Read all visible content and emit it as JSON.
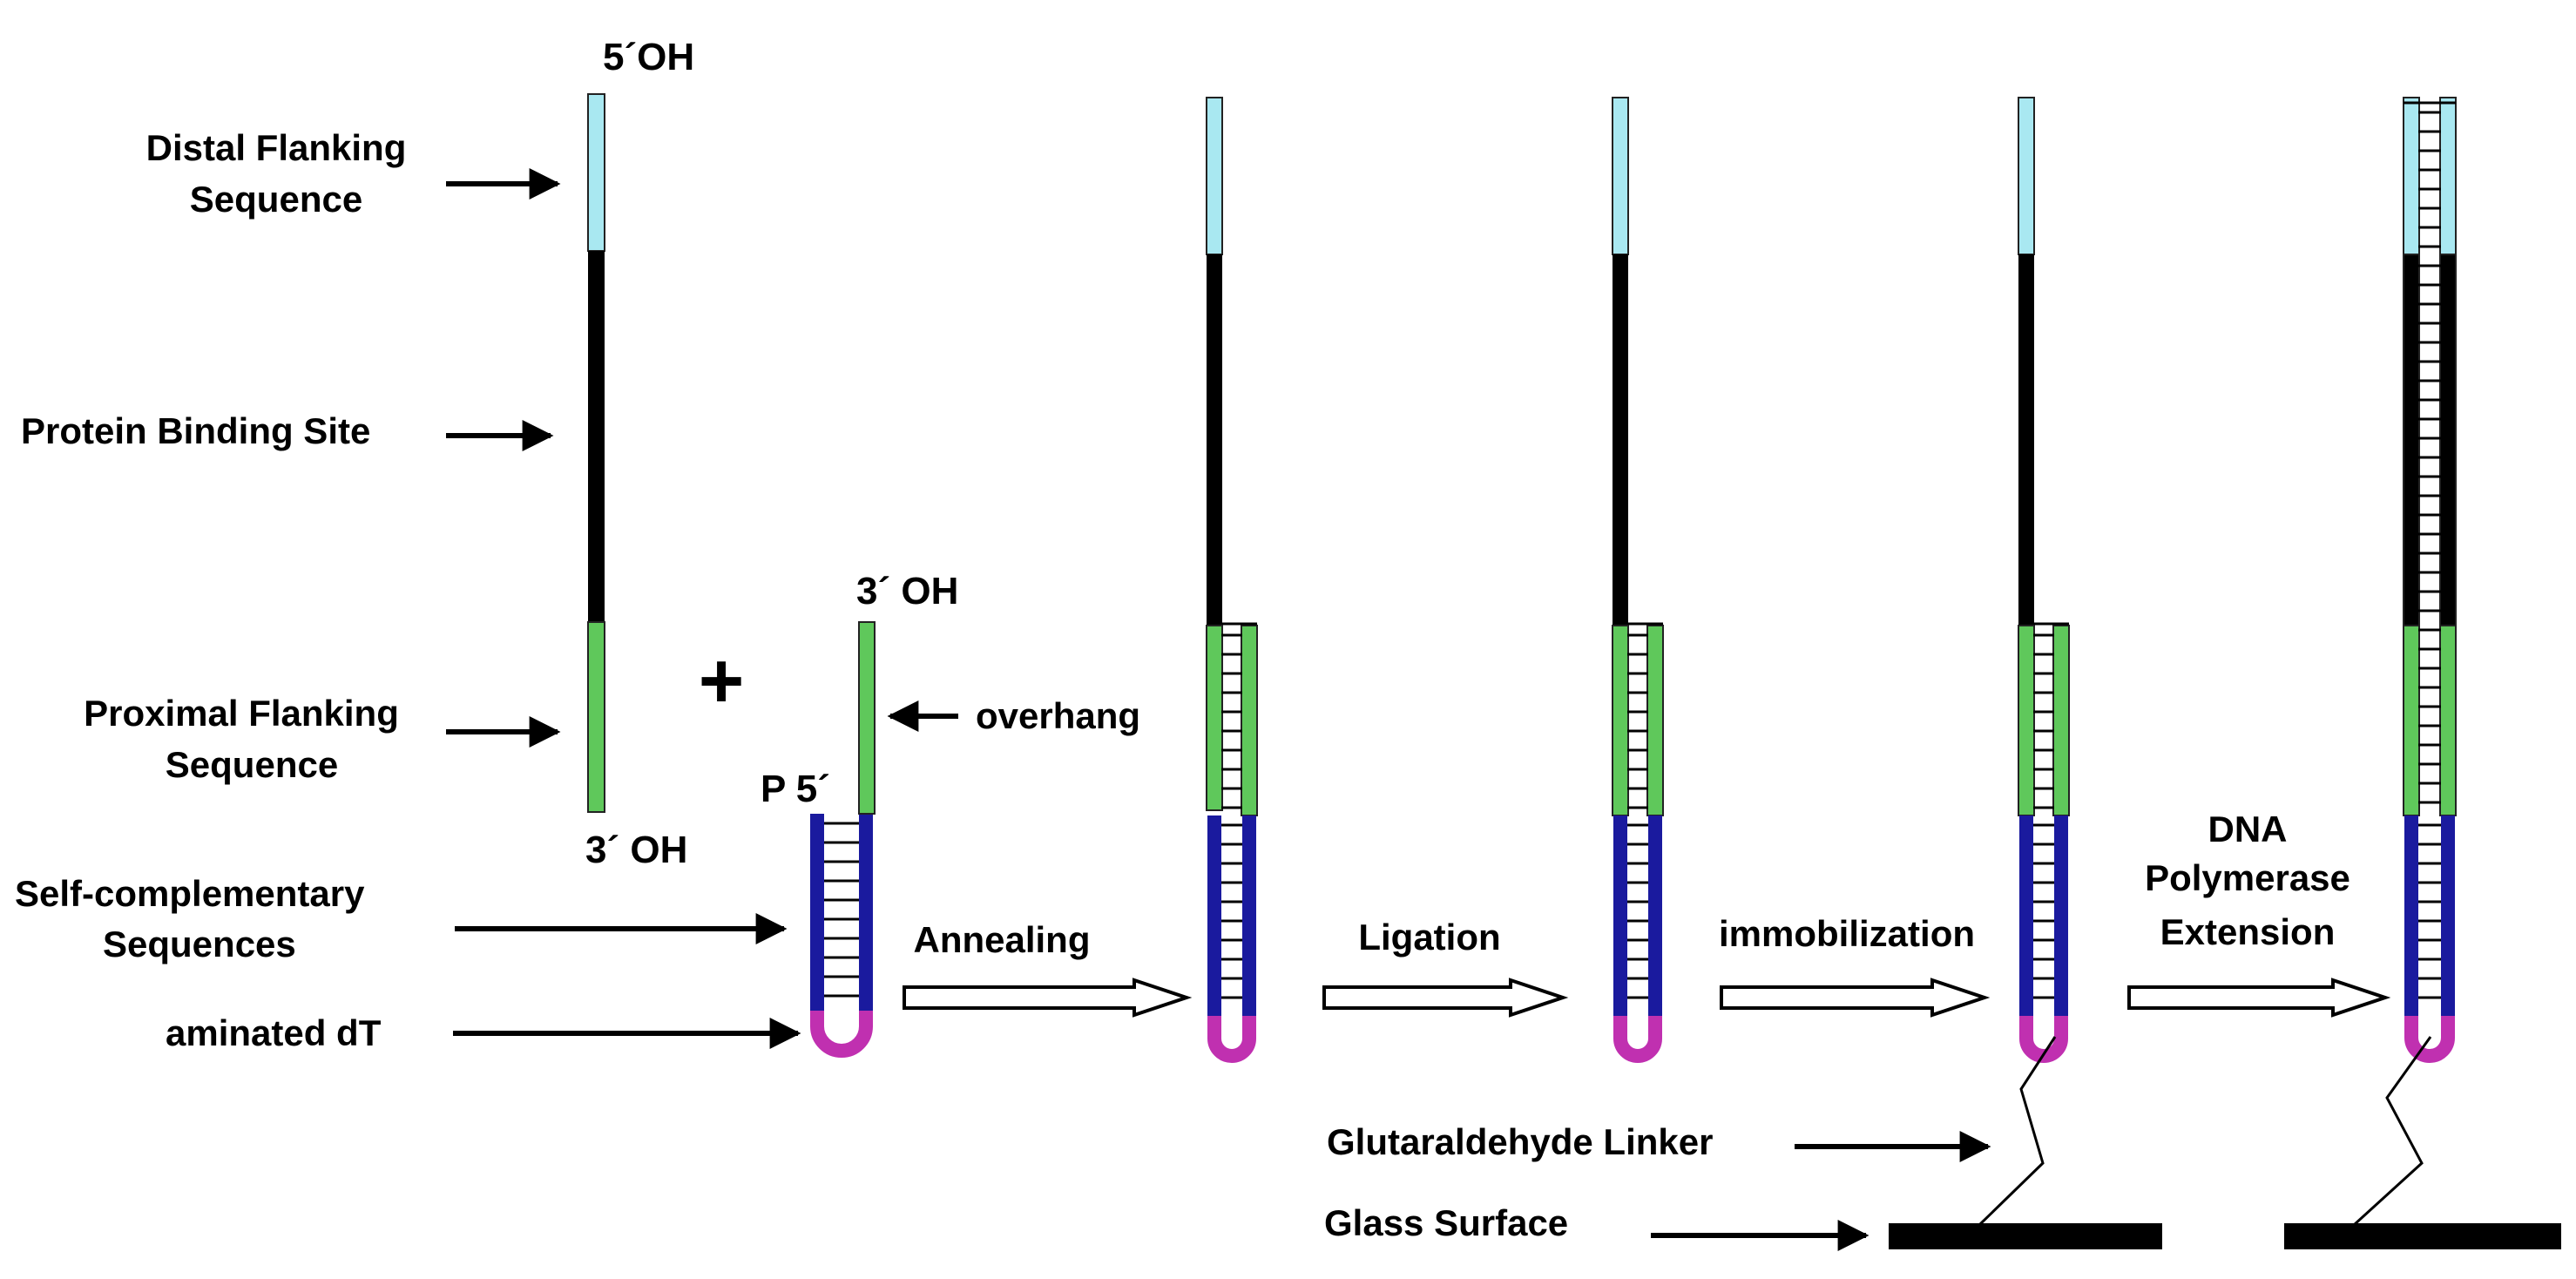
{
  "colors": {
    "distal": "#a9e8f1",
    "protein": "#000000",
    "proximal": "#5fc85b",
    "selfcomp": "#1a1a9e",
    "amine": "#c030b0",
    "arrow": "#000000",
    "open_arrow_stroke": "#000000",
    "open_arrow_fill": "#ffffff",
    "glass": "#000000"
  },
  "labels": {
    "distal_line1": "Distal Flanking",
    "distal_line2": "Sequence",
    "protein_binding": "Protein Binding Site",
    "proximal_line1": "Proximal Flanking",
    "proximal_line2": "Sequence",
    "selfcomp_line1": "Self-complementary",
    "selfcomp_line2": "Sequences",
    "aminated": "aminated dT",
    "oh5_top": "5´OH",
    "oh3_bottom": "3´ OH",
    "oh3_hairpin": "3´ OH",
    "p5": "P 5´",
    "plus": "+",
    "overhang": "overhang",
    "glutaraldehyde": "Glutaraldehyde Linker",
    "glass": "Glass Surface"
  },
  "steps": {
    "annealing": "Annealing",
    "ligation": "Ligation",
    "immobilization": "immobilization",
    "dna": "DNA",
    "polymerase": "Polymerase",
    "extension": "Extension"
  }
}
